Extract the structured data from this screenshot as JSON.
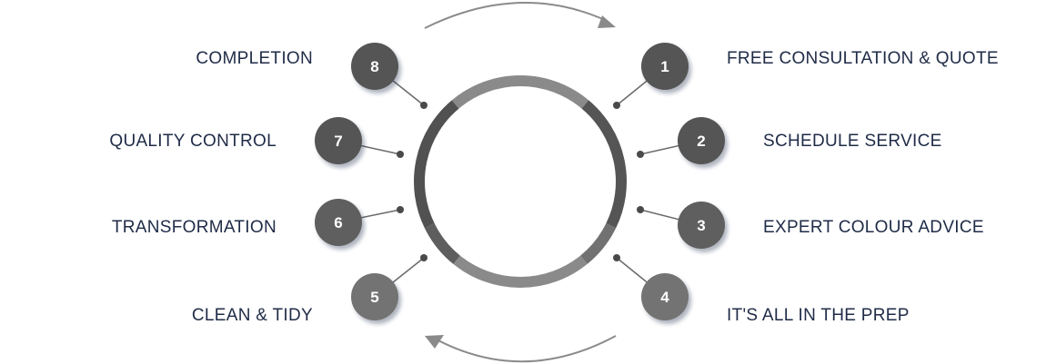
{
  "steps": [
    {
      "number": "1",
      "label": "FREE CONSULTATION & QUOTE",
      "color": "#545454"
    },
    {
      "number": "2",
      "label": "SCHEDULE SERVICE",
      "color": "#545454"
    },
    {
      "number": "3",
      "label": "EXPERT COLOUR ADVICE",
      "color": "#5f5f5f"
    },
    {
      "number": "4",
      "label": "IT'S ALL IN THE PREP",
      "color": "#737373"
    },
    {
      "number": "5",
      "label": "CLEAN & TIDY",
      "color": "#737373"
    },
    {
      "number": "6",
      "label": "TRANSFORMATION",
      "color": "#5f5f5f"
    },
    {
      "number": "7",
      "label": "QUALITY CONTROL",
      "color": "#545454"
    },
    {
      "number": "8",
      "label": "COMPLETION",
      "color": "#545454"
    }
  ],
  "colors": {
    "text": "#1f2b47",
    "arrow": "#8a8a8a"
  }
}
